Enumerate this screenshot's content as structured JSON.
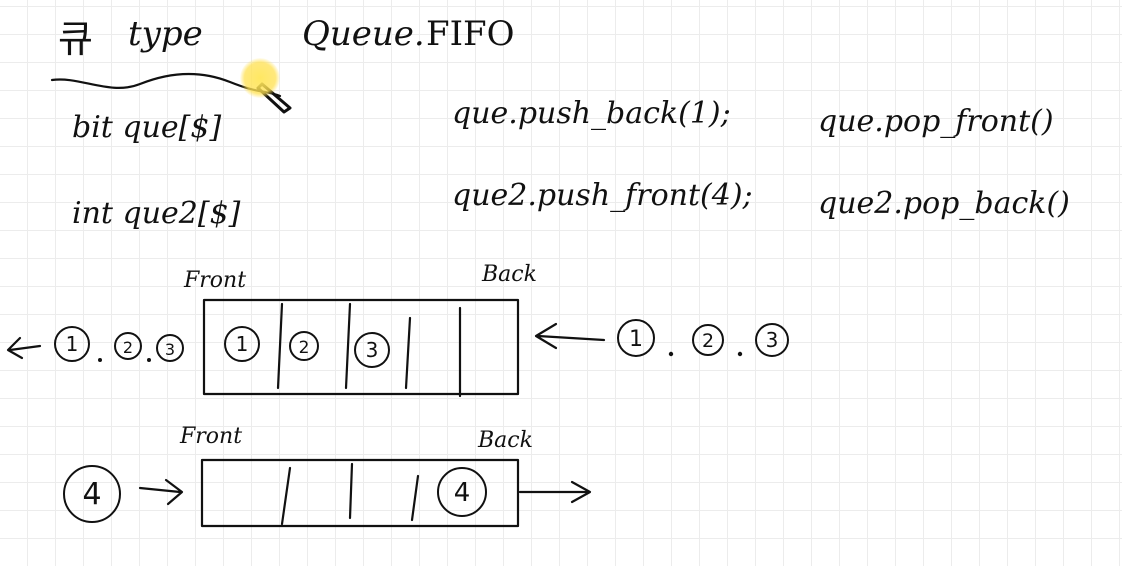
{
  "header": {
    "korean": "큐",
    "type_word": "type",
    "queue_word": "Queue.",
    "fifo": "FIFO"
  },
  "declarations": {
    "line1": "bit que[$]",
    "line2": "int que2[$]"
  },
  "methods": {
    "line1_a": "que.push_back(1);",
    "line1_b": "que.pop_front()",
    "line2_a": "que2.push_front(4);",
    "line2_b": "que2.pop_back()"
  },
  "queue1": {
    "front_label": "Front",
    "back_label": "Back",
    "cells": [
      "1",
      "2",
      "3"
    ],
    "incoming": [
      "1",
      "2",
      "3"
    ],
    "outgoing": [
      "1",
      "2",
      "3"
    ]
  },
  "queue2": {
    "front_label": "Front",
    "back_label": "Back",
    "cells": [
      "4"
    ],
    "incoming": "4"
  },
  "colors": {
    "ink": "#111111",
    "highlight": "#ffe050"
  }
}
